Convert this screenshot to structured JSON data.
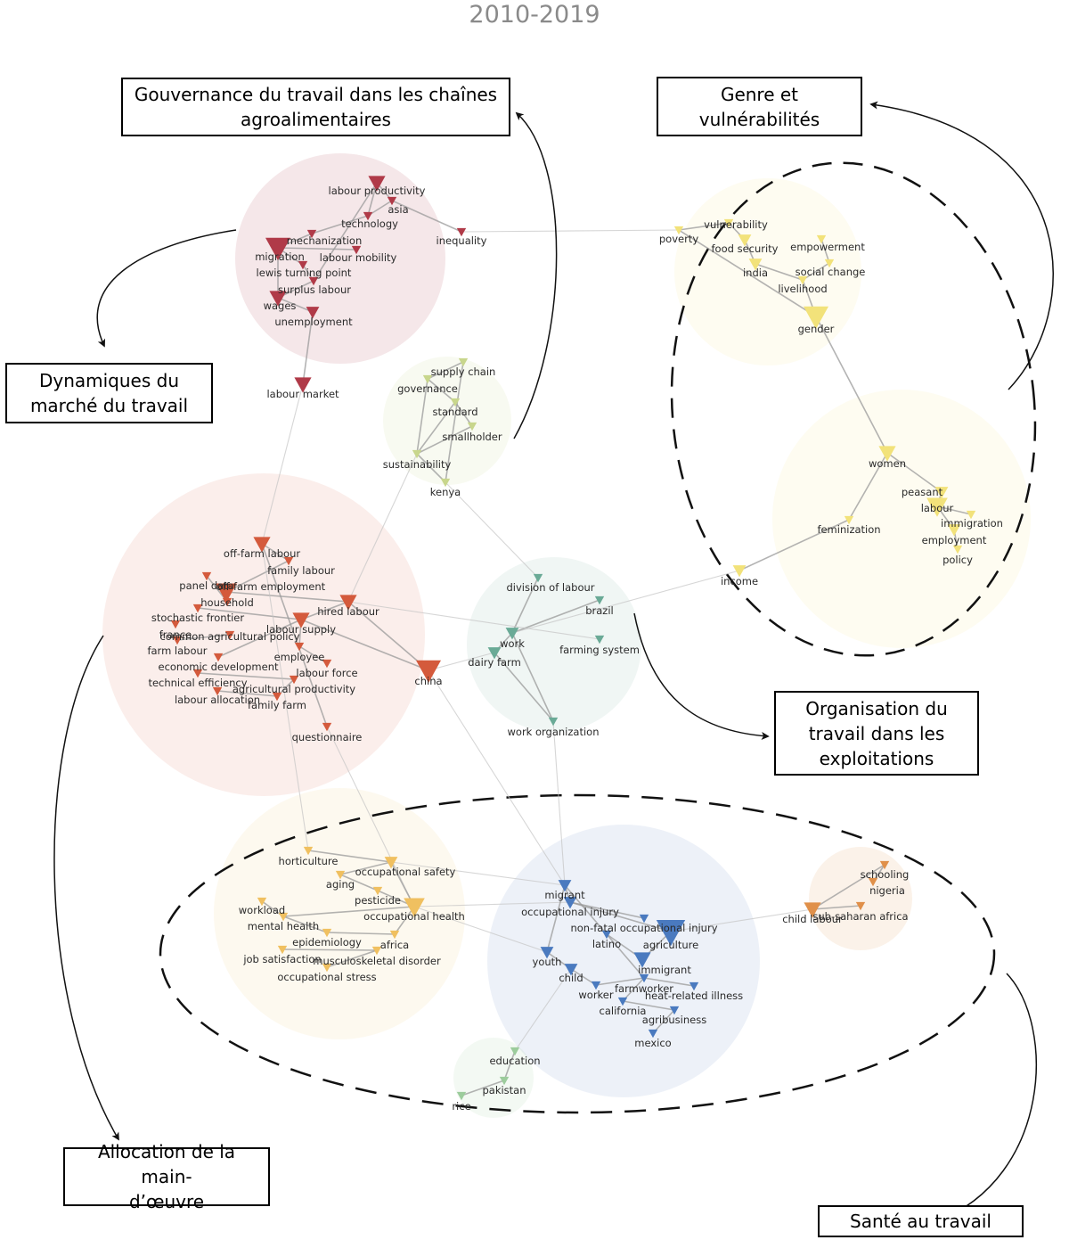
{
  "title": "2010-2019",
  "cluster_labels": {
    "gouvernance": "Gouvernance du travail dans les chaînes\nagroalimentaires",
    "genre": "Genre et\nvulnérabilités",
    "dynamiques": "Dynamiques du\nmarché du travail",
    "organisation": "Organisation du\ntravail dans les\nexploitations",
    "allocation": "Allocation de la main-\nd’œuvre",
    "sante": "Santé au travail"
  },
  "colors": {
    "labour_market": "#b03a48",
    "gender": "#f2e27a",
    "value_chain": "#c8d68c",
    "allocation": "#d45a3c",
    "organisation": "#6aaa96",
    "occupational_safety": "#f0c060",
    "migrant_health": "#4a7abf",
    "child_labour": "#e0904a",
    "education": "#9ccc9c"
  },
  "nodes": [
    {
      "id": "labour productivity",
      "group": "labour_market",
      "w": 3
    },
    {
      "id": "asia",
      "group": "labour_market",
      "w": 1
    },
    {
      "id": "technology",
      "group": "labour_market",
      "w": 1
    },
    {
      "id": "inequality",
      "group": "labour_market",
      "w": 1
    },
    {
      "id": "mechanization",
      "group": "labour_market",
      "w": 1
    },
    {
      "id": "migration",
      "group": "labour_market",
      "w": 5
    },
    {
      "id": "labour mobility",
      "group": "labour_market",
      "w": 1
    },
    {
      "id": "lewis turning point",
      "group": "labour_market",
      "w": 1
    },
    {
      "id": "surplus labour",
      "group": "labour_market",
      "w": 1
    },
    {
      "id": "wages",
      "group": "labour_market",
      "w": 3
    },
    {
      "id": "unemployment",
      "group": "labour_market",
      "w": 2
    },
    {
      "id": "labour market",
      "group": "labour_market",
      "w": 3
    },
    {
      "id": "poverty",
      "group": "gender",
      "w": 1
    },
    {
      "id": "vulnerability",
      "group": "gender",
      "w": 1
    },
    {
      "id": "food security",
      "group": "gender",
      "w": 2
    },
    {
      "id": "empowerment",
      "group": "gender",
      "w": 1
    },
    {
      "id": "india",
      "group": "gender",
      "w": 2
    },
    {
      "id": "social change",
      "group": "gender",
      "w": 1
    },
    {
      "id": "livelihood",
      "group": "gender",
      "w": 1
    },
    {
      "id": "gender",
      "group": "gender",
      "w": 5
    },
    {
      "id": "women",
      "group": "gender",
      "w": 3
    },
    {
      "id": "peasant",
      "group": "gender",
      "w": 2
    },
    {
      "id": "labour",
      "group": "gender",
      "w": 4
    },
    {
      "id": "immigration",
      "group": "gender",
      "w": 1
    },
    {
      "id": "employment",
      "group": "gender",
      "w": 2
    },
    {
      "id": "policy",
      "group": "gender",
      "w": 1
    },
    {
      "id": "feminization",
      "group": "gender",
      "w": 1
    },
    {
      "id": "income",
      "group": "gender",
      "w": 2
    },
    {
      "id": "supply chain",
      "group": "value_chain",
      "w": 1
    },
    {
      "id": "governance",
      "group": "value_chain",
      "w": 1
    },
    {
      "id": "standard",
      "group": "value_chain",
      "w": 1
    },
    {
      "id": "smallholder",
      "group": "value_chain",
      "w": 1
    },
    {
      "id": "sustainability",
      "group": "value_chain",
      "w": 1
    },
    {
      "id": "kenya",
      "group": "value_chain",
      "w": 1
    },
    {
      "id": "off-farm labour",
      "group": "allocation",
      "w": 3
    },
    {
      "id": "family labour",
      "group": "allocation",
      "w": 1
    },
    {
      "id": "panel data",
      "group": "allocation",
      "w": 1
    },
    {
      "id": "off-farm employment",
      "group": "allocation",
      "w": 4
    },
    {
      "id": "household",
      "group": "allocation",
      "w": 1
    },
    {
      "id": "hired labour",
      "group": "allocation",
      "w": 3
    },
    {
      "id": "stochastic frontier",
      "group": "allocation",
      "w": 1
    },
    {
      "id": "france",
      "group": "allocation",
      "w": 1
    },
    {
      "id": "common agricultural policy",
      "group": "allocation",
      "w": 1
    },
    {
      "id": "labour supply",
      "group": "allocation",
      "w": 3
    },
    {
      "id": "farm labour",
      "group": "allocation",
      "w": 1
    },
    {
      "id": "economic development",
      "group": "allocation",
      "w": 1
    },
    {
      "id": "employee",
      "group": "allocation",
      "w": 1
    },
    {
      "id": "labour force",
      "group": "allocation",
      "w": 1
    },
    {
      "id": "technical efficiency",
      "group": "allocation",
      "w": 1
    },
    {
      "id": "agricultural productivity",
      "group": "allocation",
      "w": 1
    },
    {
      "id": "labour allocation",
      "group": "allocation",
      "w": 1
    },
    {
      "id": "family farm",
      "group": "allocation",
      "w": 1
    },
    {
      "id": "china",
      "group": "allocation",
      "w": 5
    },
    {
      "id": "questionnaire",
      "group": "allocation",
      "w": 1
    },
    {
      "id": "division of labour",
      "group": "organisation",
      "w": 1
    },
    {
      "id": "brazil",
      "group": "organisation",
      "w": 1
    },
    {
      "id": "work",
      "group": "organisation",
      "w": 2
    },
    {
      "id": "farming system",
      "group": "organisation",
      "w": 1
    },
    {
      "id": "dairy farm",
      "group": "organisation",
      "w": 2
    },
    {
      "id": "work organization",
      "group": "organisation",
      "w": 1
    },
    {
      "id": "horticulture",
      "group": "occupational_safety",
      "w": 1
    },
    {
      "id": "occupational safety",
      "group": "occupational_safety",
      "w": 2
    },
    {
      "id": "aging",
      "group": "occupational_safety",
      "w": 1
    },
    {
      "id": "pesticide",
      "group": "occupational_safety",
      "w": 1
    },
    {
      "id": "workload",
      "group": "occupational_safety",
      "w": 1
    },
    {
      "id": "occupational health",
      "group": "occupational_safety",
      "w": 4
    },
    {
      "id": "mental health",
      "group": "occupational_safety",
      "w": 1
    },
    {
      "id": "epidemiology",
      "group": "occupational_safety",
      "w": 1
    },
    {
      "id": "africa",
      "group": "occupational_safety",
      "w": 1
    },
    {
      "id": "job satisfaction",
      "group": "occupational_safety",
      "w": 1
    },
    {
      "id": "musculoskeletal disorder",
      "group": "occupational_safety",
      "w": 1
    },
    {
      "id": "occupational stress",
      "group": "occupational_safety",
      "w": 1
    },
    {
      "id": "migrant",
      "group": "migrant_health",
      "w": 2
    },
    {
      "id": "occupational injury",
      "group": "migrant_health",
      "w": 2
    },
    {
      "id": "non-fatal occupational injury",
      "group": "migrant_health",
      "w": 1
    },
    {
      "id": "agriculture",
      "group": "migrant_health",
      "w": 6
    },
    {
      "id": "latino",
      "group": "migrant_health",
      "w": 1
    },
    {
      "id": "youth",
      "group": "migrant_health",
      "w": 2
    },
    {
      "id": "immigrant",
      "group": "migrant_health",
      "w": 3
    },
    {
      "id": "child",
      "group": "migrant_health",
      "w": 2
    },
    {
      "id": "worker",
      "group": "migrant_health",
      "w": 1
    },
    {
      "id": "farmworker",
      "group": "migrant_health",
      "w": 1
    },
    {
      "id": "heat-related illness",
      "group": "migrant_health",
      "w": 1
    },
    {
      "id": "california",
      "group": "migrant_health",
      "w": 1
    },
    {
      "id": "agribusiness",
      "group": "migrant_health",
      "w": 1
    },
    {
      "id": "mexico",
      "group": "migrant_health",
      "w": 1
    },
    {
      "id": "child labour",
      "group": "child_labour",
      "w": 3
    },
    {
      "id": "sub-saharan africa",
      "group": "child_labour",
      "w": 1
    },
    {
      "id": "schooling",
      "group": "child_labour",
      "w": 1
    },
    {
      "id": "nigeria",
      "group": "child_labour",
      "w": 1
    },
    {
      "id": "education",
      "group": "education",
      "w": 1
    },
    {
      "id": "pakistan",
      "group": "education",
      "w": 1
    },
    {
      "id": "rice",
      "group": "education",
      "w": 1
    }
  ],
  "edges": [
    [
      "labour productivity",
      "asia"
    ],
    [
      "asia",
      "technology"
    ],
    [
      "asia",
      "inequality"
    ],
    [
      "technology",
      "mechanization"
    ],
    [
      "mechanization",
      "migration"
    ],
    [
      "migration",
      "lewis turning point"
    ],
    [
      "lewis turning point",
      "surplus labour"
    ],
    [
      "surplus labour",
      "wages"
    ],
    [
      "migration",
      "wages"
    ],
    [
      "labour mobility",
      "migration"
    ],
    [
      "wages",
      "unemployment"
    ],
    [
      "unemployment",
      "labour market"
    ],
    [
      "technology",
      "labour productivity"
    ],
    [
      "labour productivity",
      "surplus labour"
    ],
    [
      "inequality",
      "poverty"
    ],
    [
      "poverty",
      "vulnerability"
    ],
    [
      "vulnerability",
      "food security"
    ],
    [
      "food security",
      "india"
    ],
    [
      "india",
      "livelihood"
    ],
    [
      "livelihood",
      "gender"
    ],
    [
      "empowerment",
      "social change"
    ],
    [
      "social change",
      "livelihood"
    ],
    [
      "poverty",
      "gender"
    ],
    [
      "gender",
      "women"
    ],
    [
      "women",
      "peasant"
    ],
    [
      "peasant",
      "labour"
    ],
    [
      "labour",
      "immigration"
    ],
    [
      "labour",
      "employment"
    ],
    [
      "employment",
      "policy"
    ],
    [
      "women",
      "feminization"
    ],
    [
      "feminization",
      "income"
    ],
    [
      "supply chain",
      "governance"
    ],
    [
      "governance",
      "standard"
    ],
    [
      "standard",
      "smallholder"
    ],
    [
      "smallholder",
      "sustainability"
    ],
    [
      "sustainability",
      "kenya"
    ],
    [
      "governance",
      "sustainability"
    ],
    [
      "standard",
      "sustainability"
    ],
    [
      "supply chain",
      "kenya"
    ],
    [
      "labour market",
      "off-farm labour"
    ],
    [
      "off-farm labour",
      "family labour"
    ],
    [
      "family labour",
      "off-farm employment"
    ],
    [
      "off-farm employment",
      "household"
    ],
    [
      "household",
      "panel data"
    ],
    [
      "off-farm employment",
      "hired labour"
    ],
    [
      "hired labour",
      "labour supply"
    ],
    [
      "labour supply",
      "employee"
    ],
    [
      "employee",
      "labour force"
    ],
    [
      "labour supply",
      "china"
    ],
    [
      "hired labour",
      "china"
    ],
    [
      "off-farm labour",
      "questionnaire"
    ],
    [
      "family farm",
      "labour allocation"
    ],
    [
      "stochastic frontier",
      "labour supply"
    ],
    [
      "common agricultural policy",
      "farm labour"
    ],
    [
      "economic development",
      "labour supply"
    ],
    [
      "technical efficiency",
      "agricultural productivity"
    ],
    [
      "agricultural productivity",
      "family farm"
    ],
    [
      "questionnaire",
      "occupational health"
    ],
    [
      "hired labour",
      "sustainability"
    ],
    [
      "kenya",
      "division of labour"
    ],
    [
      "division of labour",
      "work"
    ],
    [
      "brazil",
      "work"
    ],
    [
      "work",
      "dairy farm"
    ],
    [
      "dairy farm",
      "work organization"
    ],
    [
      "work",
      "work organization"
    ],
    [
      "china",
      "dairy farm"
    ],
    [
      "hired labour",
      "farming system"
    ],
    [
      "work",
      "income"
    ],
    [
      "work organization",
      "migrant"
    ],
    [
      "china",
      "migrant"
    ],
    [
      "off-farm labour",
      "horticulture"
    ],
    [
      "horticulture",
      "occupational safety"
    ],
    [
      "occupational safety",
      "aging"
    ],
    [
      "aging",
      "pesticide"
    ],
    [
      "pesticide",
      "occupational health"
    ],
    [
      "occupational health",
      "mental health"
    ],
    [
      "mental health",
      "epidemiology"
    ],
    [
      "epidemiology",
      "africa"
    ],
    [
      "occupational health",
      "africa"
    ],
    [
      "job satisfaction",
      "musculoskeletal disorder"
    ],
    [
      "musculoskeletal disorder",
      "occupational stress"
    ],
    [
      "workload",
      "mental health"
    ],
    [
      "occupational safety",
      "occupational health"
    ],
    [
      "occupational safety",
      "migrant"
    ],
    [
      "occupational health",
      "occupational injury"
    ],
    [
      "occupational health",
      "youth"
    ],
    [
      "migrant",
      "occupational injury"
    ],
    [
      "occupational injury",
      "non-fatal occupational injury"
    ],
    [
      "occupational injury",
      "agriculture"
    ],
    [
      "agriculture",
      "immigrant"
    ],
    [
      "latino",
      "immigrant"
    ],
    [
      "migrant",
      "youth"
    ],
    [
      "youth",
      "child"
    ],
    [
      "child",
      "worker"
    ],
    [
      "worker",
      "farmworker"
    ],
    [
      "farmworker",
      "heat-related illness"
    ],
    [
      "farmworker",
      "california"
    ],
    [
      "california",
      "agribusiness"
    ],
    [
      "agribusiness",
      "mexico"
    ],
    [
      "latino",
      "farmworker"
    ],
    [
      "migrant",
      "latino"
    ],
    [
      "agriculture",
      "child labour"
    ],
    [
      "child labour",
      "sub-saharan africa"
    ],
    [
      "child labour",
      "schooling"
    ],
    [
      "schooling",
      "nigeria"
    ],
    [
      "child",
      "education"
    ],
    [
      "education",
      "pakistan"
    ],
    [
      "pakistan",
      "rice"
    ]
  ]
}
